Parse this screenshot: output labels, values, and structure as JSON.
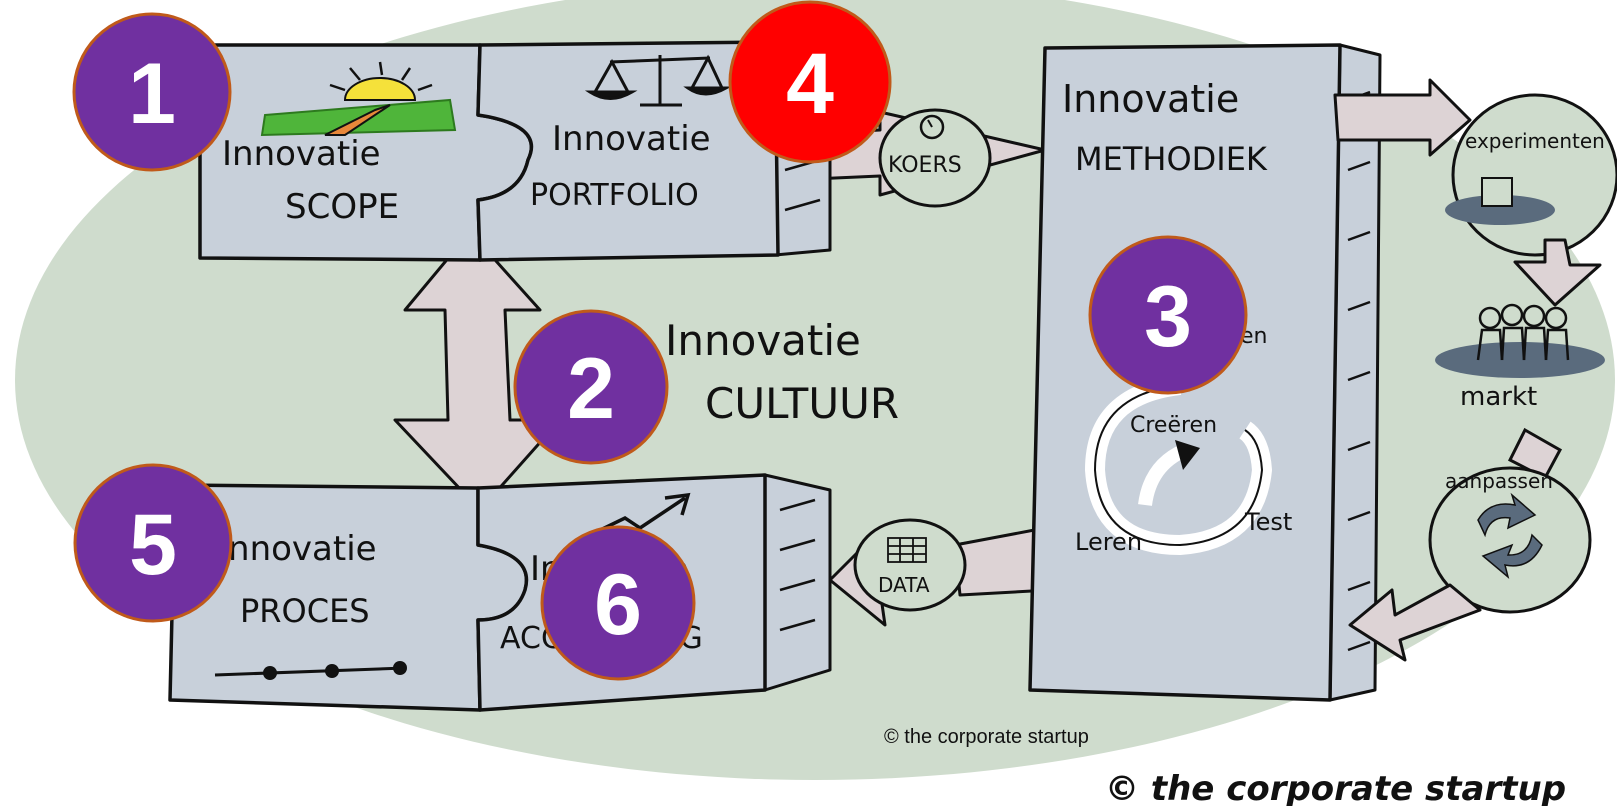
{
  "blocks": {
    "scope": {
      "line1": "Innovatie",
      "line2": "SCOPE"
    },
    "portfolio": {
      "line1": "Innovatie",
      "line2": "PORTFOLIO"
    },
    "methodiek": {
      "line1": "Innovatie",
      "line2": "METHODIEK"
    },
    "proces": {
      "line1": "Innovatie",
      "line2": "PROCES"
    },
    "accounting": {
      "line1": "Innovatie",
      "line2": "ACCOUNTING"
    },
    "cultuur": {
      "line1": "Innovatie",
      "line2": "CULTUUR"
    }
  },
  "labels": {
    "koers": "KOERS",
    "data": "DATA",
    "experimenten": "experimenten",
    "markt": "markt",
    "aanpassen": "aanpassen",
    "cycle_leren_top": "en",
    "cycle_creeren": "Creëren",
    "cycle_test": "Test",
    "cycle_leren": "Leren"
  },
  "badges": [
    {
      "number": "1",
      "color": "#7030A0"
    },
    {
      "number": "2",
      "color": "#7030A0"
    },
    {
      "number": "3",
      "color": "#7030A0"
    },
    {
      "number": "4",
      "color": "#FF0000"
    },
    {
      "number": "5",
      "color": "#7030A0"
    },
    {
      "number": "6",
      "color": "#7030A0"
    }
  ],
  "footer": {
    "copyright": "© the corporate startup",
    "signature": "© the corporate startup"
  },
  "colors": {
    "background_ellipse": "#cfdccd",
    "block_fill": "#c8d0da",
    "arrow_fill": "#ddd3d5",
    "badge_purple": "#7030A0",
    "badge_red": "#FF0000",
    "badge_border": "#c05a1a"
  }
}
